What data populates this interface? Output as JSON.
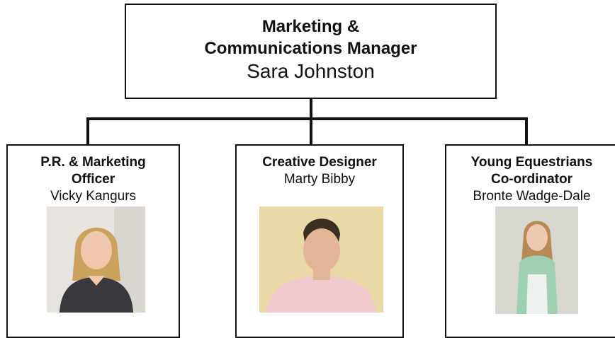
{
  "manager": {
    "title_line1": "Marketing &",
    "title_line2": "Communications Manager",
    "name": "Sara Johnston"
  },
  "staff": [
    {
      "title_line1": "P.R. & Marketing",
      "title_line2": "Officer",
      "name": "Vicky Kangurs"
    },
    {
      "title_line1": "Creative Designer",
      "title_line2": "",
      "name": "Marty Bibby"
    },
    {
      "title_line1": "Young Equestrians",
      "title_line2": "Co-ordinator",
      "name": "Bronte Wadge-Dale"
    }
  ]
}
